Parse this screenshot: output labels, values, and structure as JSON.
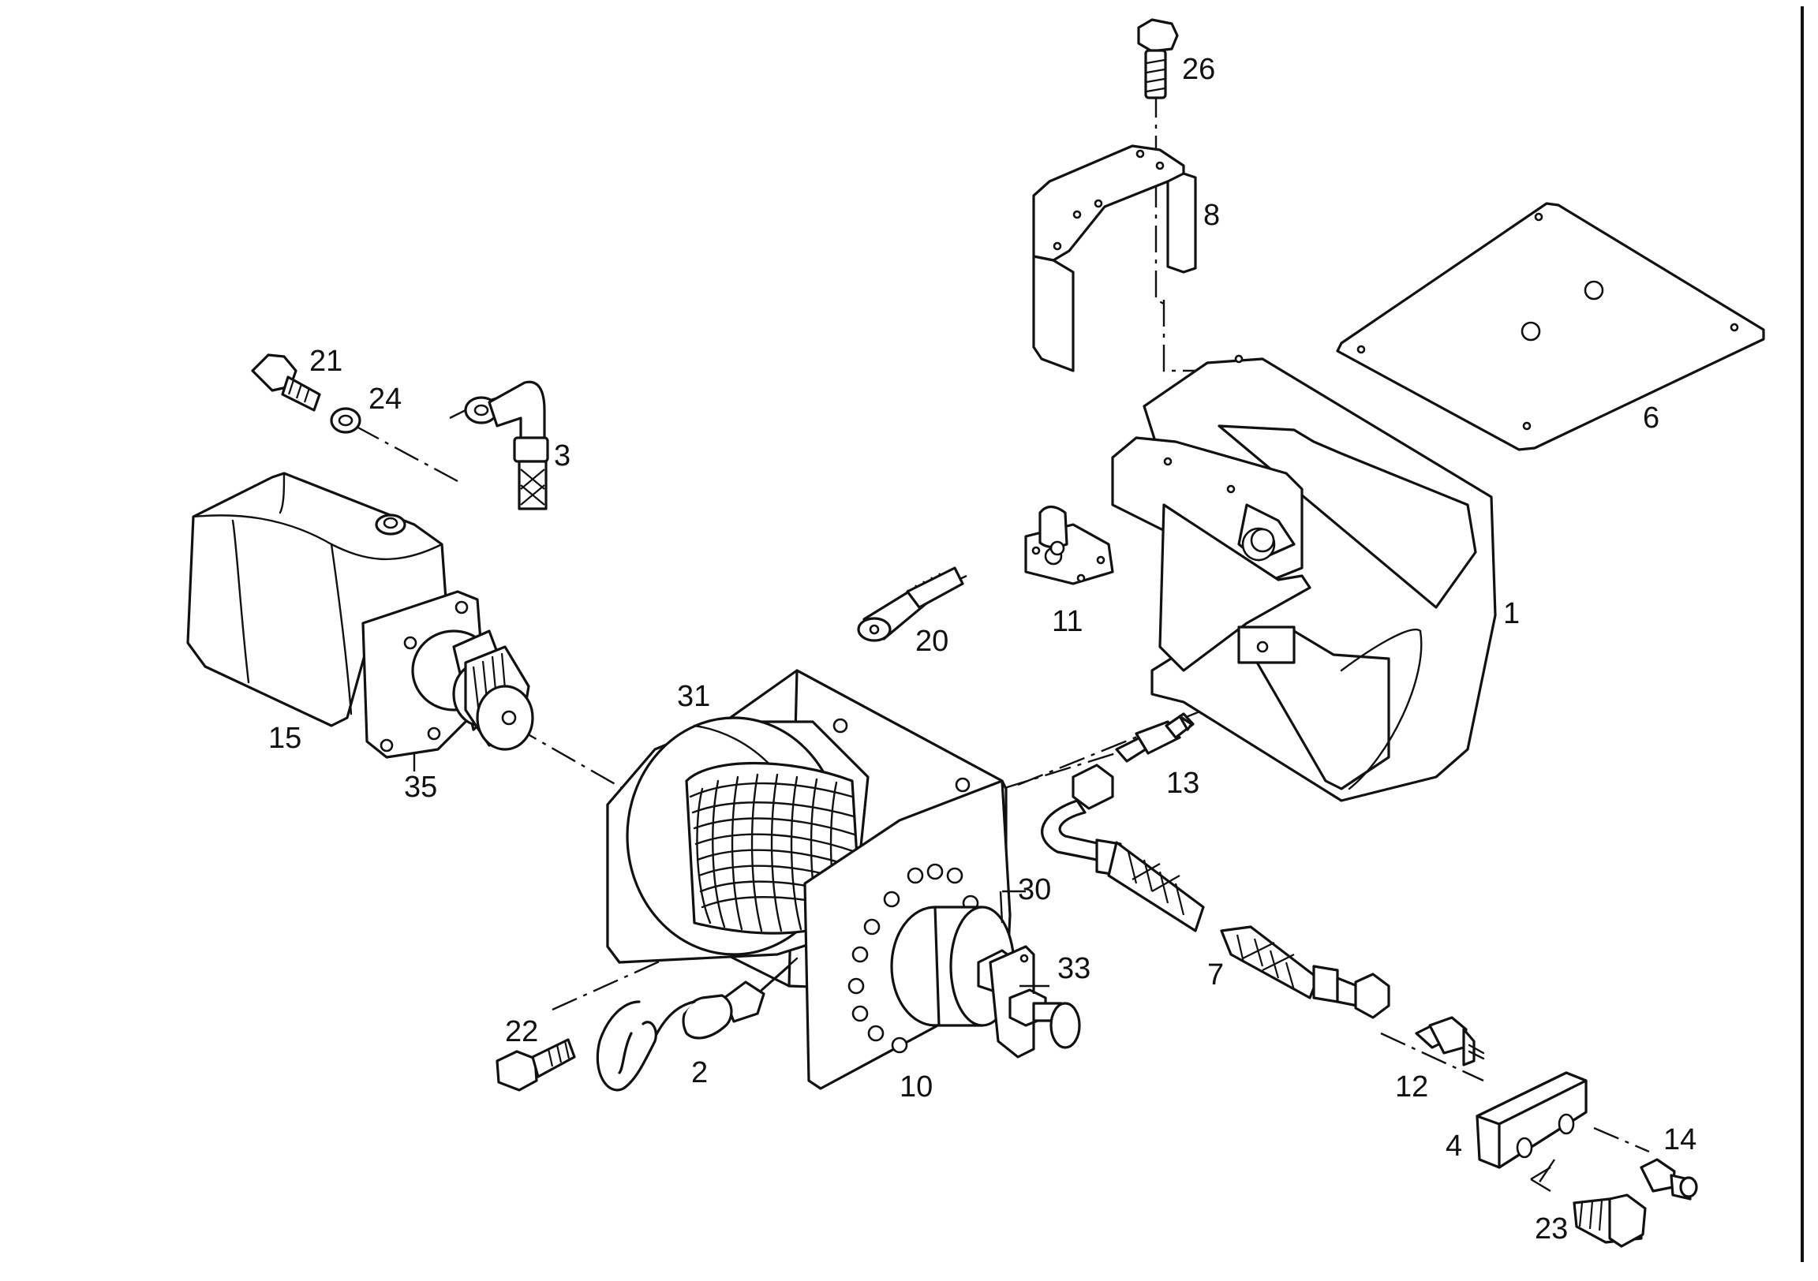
{
  "diagram": {
    "colors": {
      "ink": "#111111",
      "paper": "#ffffff"
    },
    "callouts": [
      {
        "id": "1",
        "label": "1"
      },
      {
        "id": "2",
        "label": "2"
      },
      {
        "id": "3",
        "label": "3"
      },
      {
        "id": "4",
        "label": "4"
      },
      {
        "id": "6",
        "label": "6"
      },
      {
        "id": "7",
        "label": "7"
      },
      {
        "id": "8",
        "label": "8"
      },
      {
        "id": "10",
        "label": "10"
      },
      {
        "id": "11",
        "label": "11"
      },
      {
        "id": "12",
        "label": "12"
      },
      {
        "id": "13",
        "label": "13"
      },
      {
        "id": "14",
        "label": "14"
      },
      {
        "id": "15",
        "label": "15"
      },
      {
        "id": "20",
        "label": "20"
      },
      {
        "id": "21",
        "label": "21"
      },
      {
        "id": "22",
        "label": "22"
      },
      {
        "id": "23",
        "label": "23"
      },
      {
        "id": "24",
        "label": "24"
      },
      {
        "id": "26",
        "label": "26"
      },
      {
        "id": "30",
        "label": "30"
      },
      {
        "id": "31",
        "label": "31"
      },
      {
        "id": "33",
        "label": "33"
      },
      {
        "id": "35",
        "label": "35"
      }
    ]
  }
}
